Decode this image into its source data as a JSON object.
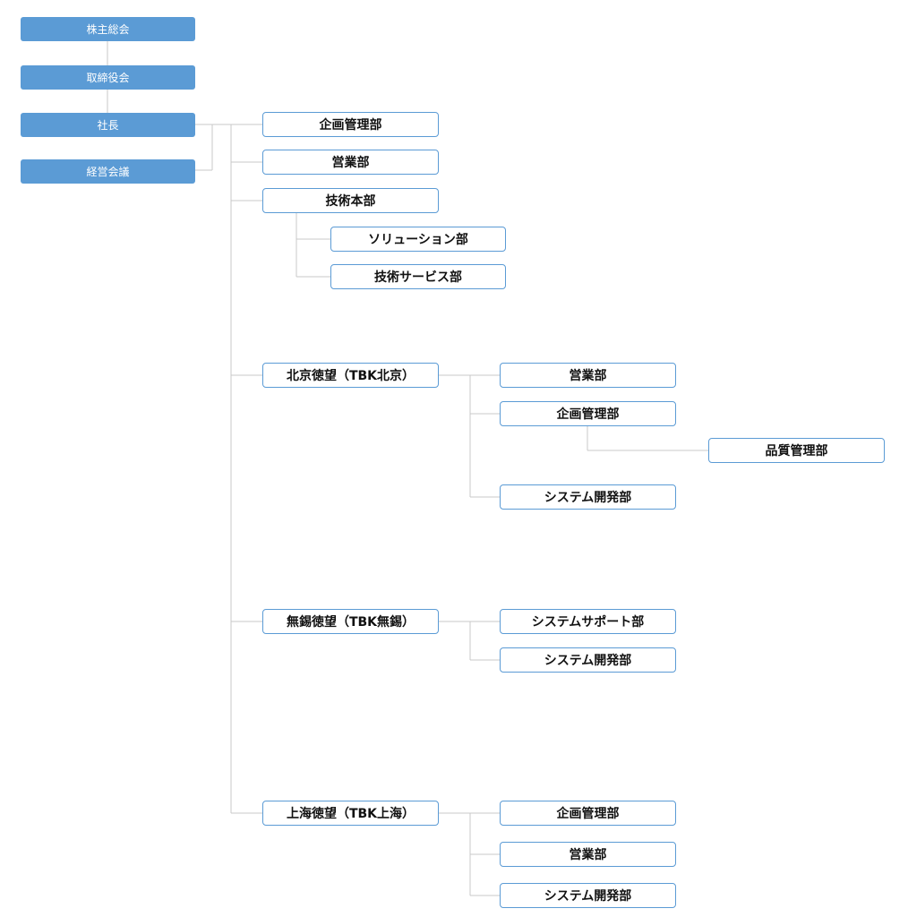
{
  "colors": {
    "exec_fill": "#5b9bd5",
    "dept_border": "#5b9bd5",
    "connector": "#c8c8c8"
  },
  "governance": {
    "shareholders": "株主総会",
    "board": "取締役会",
    "president": "社長",
    "management_council": "経営会議"
  },
  "headquarters": {
    "planning": "企画管理部",
    "sales": "営業部",
    "technology": {
      "label": "技術本部",
      "solutions": "ソリューション部",
      "tech_service": "技術サービス部"
    }
  },
  "beijing": {
    "label": "北京徳望（TBK北京）",
    "sales": "営業部",
    "planning": "企画管理部",
    "quality": "品質管理部",
    "system_dev": "システム開発部"
  },
  "wuxi": {
    "label": "無錫徳望（TBK無錫）",
    "system_support": "システムサポート部",
    "system_dev": "システム開発部"
  },
  "shanghai": {
    "label": "上海徳望（TBK上海）",
    "planning": "企画管理部",
    "sales": "営業部",
    "system_dev": "システム開発部"
  }
}
